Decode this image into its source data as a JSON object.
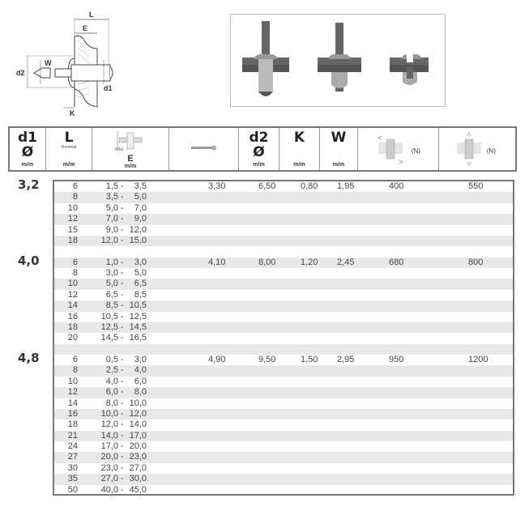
{
  "diagram_labels": {
    "L": "L",
    "E": "E",
    "W": "W",
    "d2": "d2",
    "d1": "d1",
    "K": "K"
  },
  "header": {
    "d1": "d1",
    "diam": "Ø",
    "mm": "m/m",
    "L": "L",
    "nominal": "Nominal",
    "E": "E",
    "max": "MAX",
    "d2": "d2",
    "K": "K",
    "W": "W",
    "N": "(N)"
  },
  "groups": [
    {
      "d1": "3,2",
      "stub": "3,30",
      "d2": "6,50",
      "K": "0,80",
      "W": "1,95",
      "shear": "400",
      "tensile": "550",
      "rows": [
        [
          "6",
          "1,5",
          "3,5"
        ],
        [
          "8",
          "3,5",
          "5,0"
        ],
        [
          "10",
          "5,0",
          "7,0"
        ],
        [
          "12",
          "7,0",
          "9,0"
        ],
        [
          "15",
          "9,0",
          "12,0"
        ],
        [
          "18",
          "12,0",
          "15,0"
        ]
      ]
    },
    {
      "d1": "4,0",
      "stub": "4,10",
      "d2": "8,00",
      "K": "1,20",
      "W": "2,45",
      "shear": "680",
      "tensile": "800",
      "rows": [
        [
          "6",
          "1,0",
          "3,0"
        ],
        [
          "8",
          "3,0",
          "5,0"
        ],
        [
          "10",
          "5,0",
          "6,5"
        ],
        [
          "12",
          "6,5",
          "8,5"
        ],
        [
          "14",
          "8,5",
          "10,5"
        ],
        [
          "16",
          "10,5",
          "12,5"
        ],
        [
          "18",
          "12,5",
          "14,5"
        ],
        [
          "20",
          "14,5",
          "16,5"
        ]
      ]
    },
    {
      "d1": "4,8",
      "stub": "4,90",
      "d2": "9,50",
      "K": "1,50",
      "W": "2,95",
      "shear": "950",
      "tensile": "1200",
      "rows": [
        [
          "6",
          "0,5",
          "3,0"
        ],
        [
          "8",
          "2,5",
          "4,0"
        ],
        [
          "10",
          "4,0",
          "6,0"
        ],
        [
          "12",
          "6,0",
          "8,0"
        ],
        [
          "14",
          "8,0",
          "10,0"
        ],
        [
          "16",
          "10,0",
          "12,0"
        ],
        [
          "18",
          "12,0",
          "14,0"
        ],
        [
          "21",
          "14,0",
          "17,0"
        ],
        [
          "24",
          "17,0",
          "20,0"
        ],
        [
          "27",
          "20,0",
          "23,0"
        ],
        [
          "30",
          "23,0",
          "27,0"
        ],
        [
          "35",
          "27,0",
          "30,0"
        ],
        [
          "50",
          "40,0",
          "45,0"
        ]
      ]
    }
  ]
}
